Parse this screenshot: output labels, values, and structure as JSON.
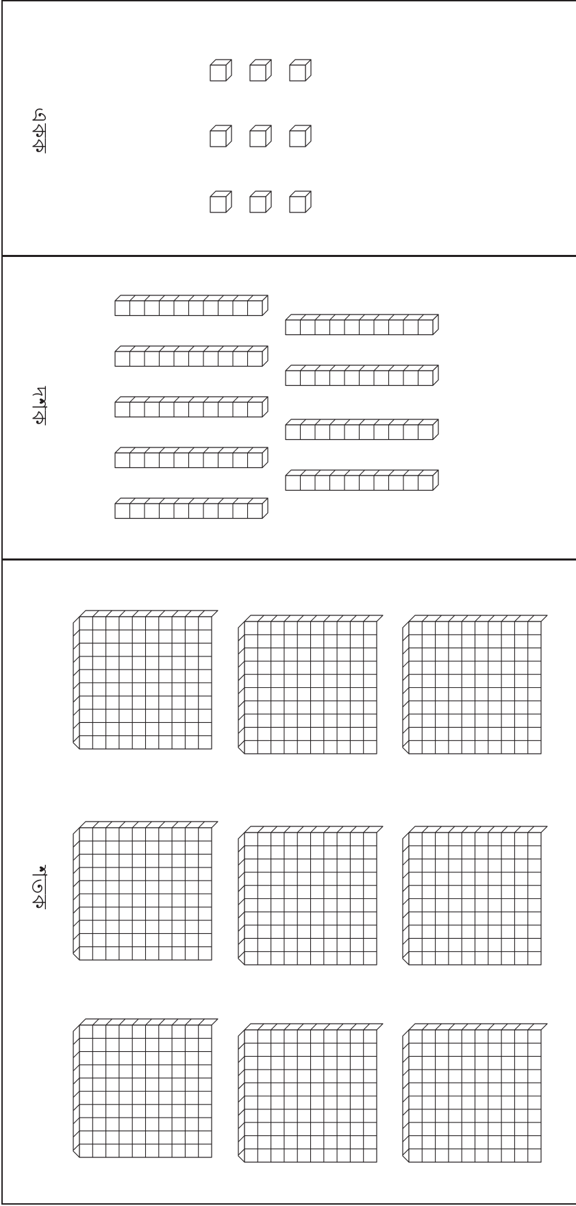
{
  "sections": [
    {
      "id": "ones",
      "label": "একক",
      "kind": "unit",
      "count": 9
    },
    {
      "id": "tens",
      "label": "দশক",
      "kind": "rod",
      "count": 9
    },
    {
      "id": "hundreds",
      "label": "শতক",
      "kind": "flat",
      "count": 9
    }
  ],
  "colors": {
    "line": "#231f20",
    "background": "#ffffff"
  }
}
